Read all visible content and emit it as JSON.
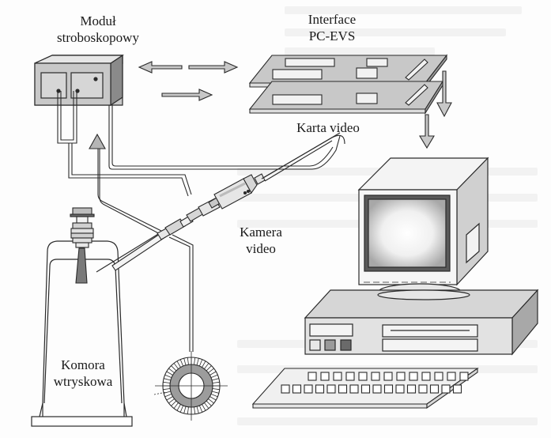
{
  "labels": {
    "strobe_module": [
      "Moduł",
      "stroboskopowy"
    ],
    "interface": [
      "Interface",
      "PC-EVS"
    ],
    "video_card": "Karta video",
    "video_camera": [
      "Kamera",
      "video"
    ],
    "injection_chamber": [
      "Komora",
      "wtryskowa"
    ]
  },
  "colors": {
    "line": "#2a2a2a",
    "fill_gray": "#c8c8c8",
    "fill_light": "#e4e4e4",
    "fill_dark": "#8a8a8a",
    "background": "#fdfdfd"
  }
}
